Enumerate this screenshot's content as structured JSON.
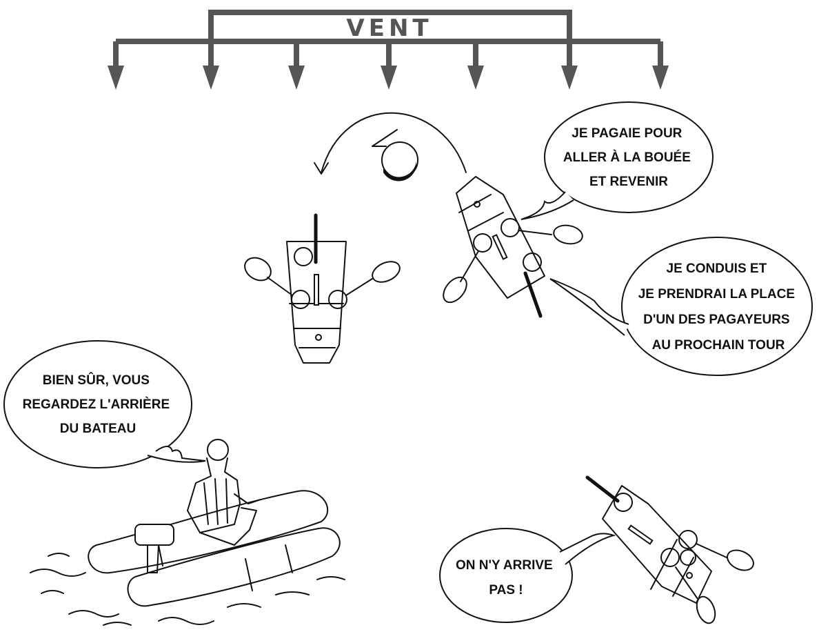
{
  "wind": {
    "label": "VENT",
    "arrow_count": 7
  },
  "bubbles": {
    "paddle": [
      "JE PAGAIE POUR",
      "ALLER À LA BOUÉE",
      "ET REVENIR"
    ],
    "steer": [
      "JE CONDUIS ET",
      "JE PRENDRAI LA PLACE",
      "D'UN DES PAGAYEURS",
      "AU PROCHAIN TOUR"
    ],
    "coach": [
      "BIEN SÛR, VOUS",
      "REGARDEZ L'ARRIÈRE",
      "DU BATEAU"
    ],
    "fail": [
      "ON N'Y ARRIVE",
      "PAS !"
    ]
  },
  "colors": {
    "wind_arrows": "#555555",
    "ink": "#111111"
  }
}
